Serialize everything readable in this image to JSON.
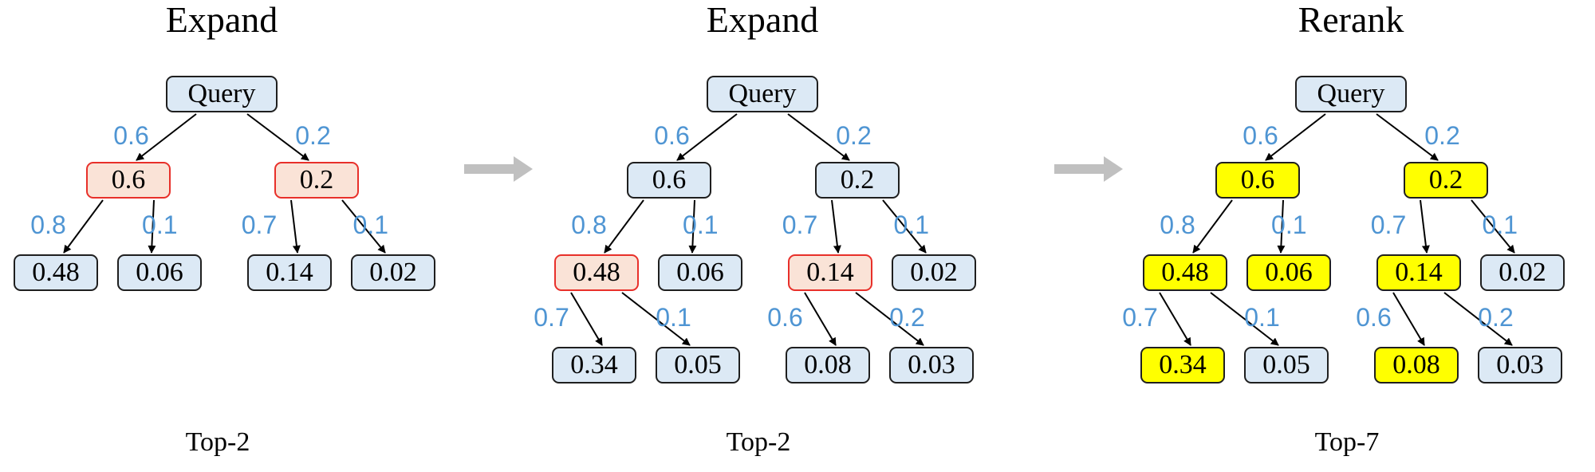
{
  "colors": {
    "node_default": "#dce9f5",
    "node_default_border": "#1f1f1f",
    "node_expanding": "#fae3d7",
    "node_expanding_border": "#e8302a",
    "node_selected": "#ffff00",
    "node_selected_border": "#1f1f1f",
    "edge_label": "#4f95d3",
    "arrow_pipeline": "#c0c0c0"
  },
  "panels": [
    {
      "title": "Expand",
      "footer": "Top-2",
      "root": {
        "label": "Query",
        "state": "default"
      },
      "level1": [
        {
          "label": "0.6",
          "edge": "0.6",
          "state": "expanding"
        },
        {
          "label": "0.2",
          "edge": "0.2",
          "state": "expanding"
        }
      ],
      "level2": [
        {
          "label": "0.48",
          "edge": "0.8",
          "parent": 0,
          "state": "default"
        },
        {
          "label": "0.06",
          "edge": "0.1",
          "parent": 0,
          "state": "default"
        },
        {
          "label": "0.14",
          "edge": "0.7",
          "parent": 1,
          "state": "default"
        },
        {
          "label": "0.02",
          "edge": "0.1",
          "parent": 1,
          "state": "default"
        }
      ],
      "level3": []
    },
    {
      "title": "Expand",
      "footer": "Top-2",
      "root": {
        "label": "Query",
        "state": "default"
      },
      "level1": [
        {
          "label": "0.6",
          "edge": "0.6",
          "state": "default"
        },
        {
          "label": "0.2",
          "edge": "0.2",
          "state": "default"
        }
      ],
      "level2": [
        {
          "label": "0.48",
          "edge": "0.8",
          "parent": 0,
          "state": "expanding"
        },
        {
          "label": "0.06",
          "edge": "0.1",
          "parent": 0,
          "state": "default"
        },
        {
          "label": "0.14",
          "edge": "0.7",
          "parent": 1,
          "state": "expanding"
        },
        {
          "label": "0.02",
          "edge": "0.1",
          "parent": 1,
          "state": "default"
        }
      ],
      "level3": [
        {
          "label": "0.34",
          "edge": "0.7",
          "parent": 0,
          "state": "default"
        },
        {
          "label": "0.05",
          "edge": "0.1",
          "parent": 0,
          "state": "default"
        },
        {
          "label": "0.08",
          "edge": "0.6",
          "parent": 2,
          "state": "default"
        },
        {
          "label": "0.03",
          "edge": "0.2",
          "parent": 2,
          "state": "default"
        }
      ]
    },
    {
      "title": "Rerank",
      "footer": "Top-7",
      "root": {
        "label": "Query",
        "state": "default"
      },
      "level1": [
        {
          "label": "0.6",
          "edge": "0.6",
          "state": "selected"
        },
        {
          "label": "0.2",
          "edge": "0.2",
          "state": "selected"
        }
      ],
      "level2": [
        {
          "label": "0.48",
          "edge": "0.8",
          "parent": 0,
          "state": "selected"
        },
        {
          "label": "0.06",
          "edge": "0.1",
          "parent": 0,
          "state": "selected"
        },
        {
          "label": "0.14",
          "edge": "0.7",
          "parent": 1,
          "state": "selected"
        },
        {
          "label": "0.02",
          "edge": "0.1",
          "parent": 1,
          "state": "default"
        }
      ],
      "level3": [
        {
          "label": "0.34",
          "edge": "0.7",
          "parent": 0,
          "state": "selected"
        },
        {
          "label": "0.05",
          "edge": "0.1",
          "parent": 0,
          "state": "default"
        },
        {
          "label": "0.08",
          "edge": "0.6",
          "parent": 2,
          "state": "selected"
        },
        {
          "label": "0.03",
          "edge": "0.2",
          "parent": 2,
          "state": "default"
        }
      ]
    }
  ]
}
